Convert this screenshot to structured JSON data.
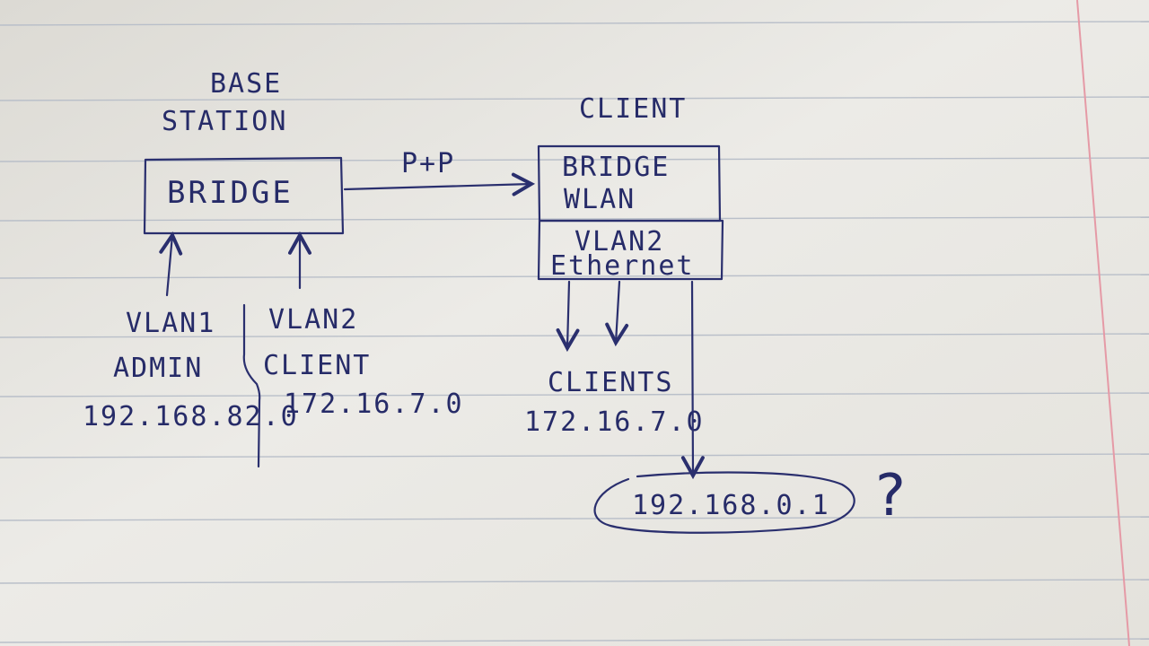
{
  "base_station": {
    "title_line1": "BASE",
    "title_line2": "STATION",
    "box_label": "BRIDGE"
  },
  "link": {
    "label": "P+P"
  },
  "client": {
    "title": "CLIENT",
    "box_top_line1": "BRIDGE",
    "box_top_line2": "WLAN",
    "box_bottom_line1": "VLAN2",
    "box_bottom_line2": "Ethernet"
  },
  "vlan1": {
    "name": "VLAN1",
    "role": "ADMIN",
    "network": "192.168.82.0"
  },
  "vlan2": {
    "name": "VLAN2",
    "role": "CLIENT",
    "network": "172.16.7.0"
  },
  "clients": {
    "label": "CLIENTS",
    "network": "172.16.7.0"
  },
  "gateway": {
    "address": "192.168.0.1",
    "mark": "?"
  },
  "colors": {
    "ink": "#2a2f6e",
    "paper": "#e9e7e2",
    "ruled_line": "#b9bfc9",
    "margin_line": "#e59aa6"
  }
}
